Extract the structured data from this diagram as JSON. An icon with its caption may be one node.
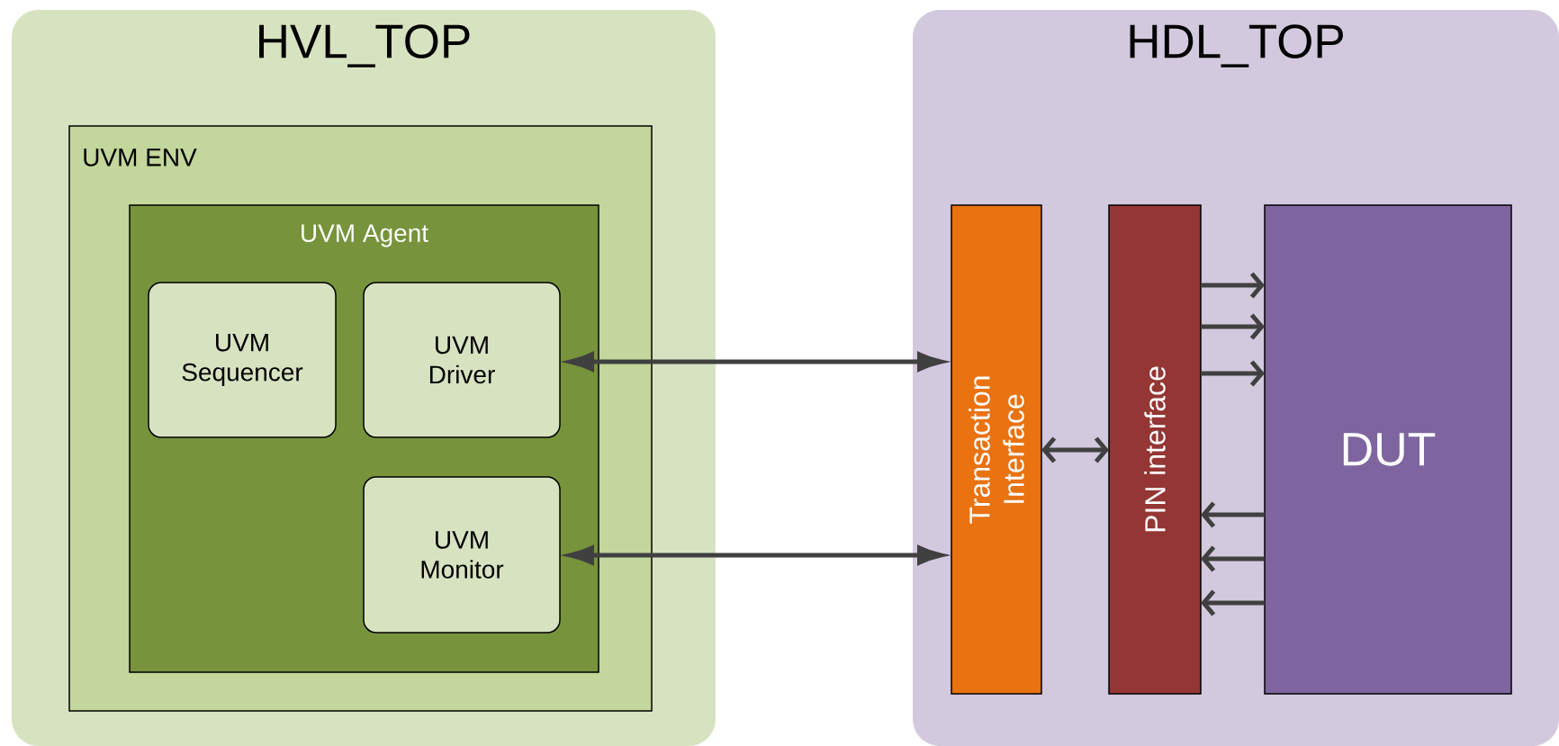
{
  "diagram": {
    "nodes": [
      {
        "text": [
          "HVL_TOP"
        ]
      },
      {
        "text": [
          "UVM ENV"
        ],
        "in": 0
      },
      {
        "text": [
          "UVM Agent"
        ],
        "in": 1
      },
      {
        "text": [
          "UVM Sequencer"
        ],
        "in": 2
      },
      {
        "text": [
          "UVM Driver"
        ],
        "in": 2
      },
      {
        "text": [
          "UVM Monitor"
        ],
        "in": 2
      },
      {
        "text": [
          "HDL_TOP"
        ]
      },
      {
        "text": [
          "Transaction Interface"
        ],
        "in": 6
      },
      {
        "text": [
          "PIN interface"
        ],
        "in": 6
      },
      {
        "text": [
          "DUT"
        ],
        "in": 6
      }
    ],
    "edges": [
      {
        "from": 4,
        "to": 7,
        "arrow": "both"
      },
      {
        "from": 5,
        "to": 7,
        "arrow": "both"
      },
      {
        "from": 7,
        "to": 8,
        "arrow": "both"
      },
      {
        "from": 8,
        "to": 9,
        "arrow": "to"
      },
      {
        "from": 8,
        "to": 9,
        "arrow": "to"
      },
      {
        "from": 8,
        "to": 9,
        "arrow": "to"
      },
      {
        "from": 9,
        "to": 8,
        "arrow": "to"
      },
      {
        "from": 9,
        "to": 8,
        "arrow": "to"
      },
      {
        "from": 9,
        "to": 8,
        "arrow": "to"
      }
    ]
  }
}
